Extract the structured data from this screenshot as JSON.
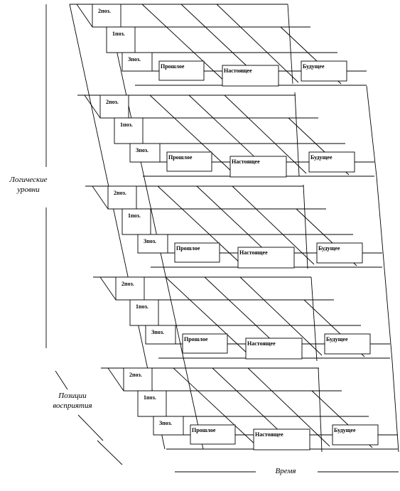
{
  "axes": {
    "logical_levels": [
      "Логическиe",
      "уровни"
    ],
    "perception_positions": [
      "Позиции",
      "восприятия"
    ],
    "time": "Время"
  },
  "positions": [
    "2поз.",
    "1поз.",
    "Зпоз."
  ],
  "time_boxes": [
    "Прошлое",
    "Настоящее",
    "Будущее"
  ],
  "level_count": 5
}
